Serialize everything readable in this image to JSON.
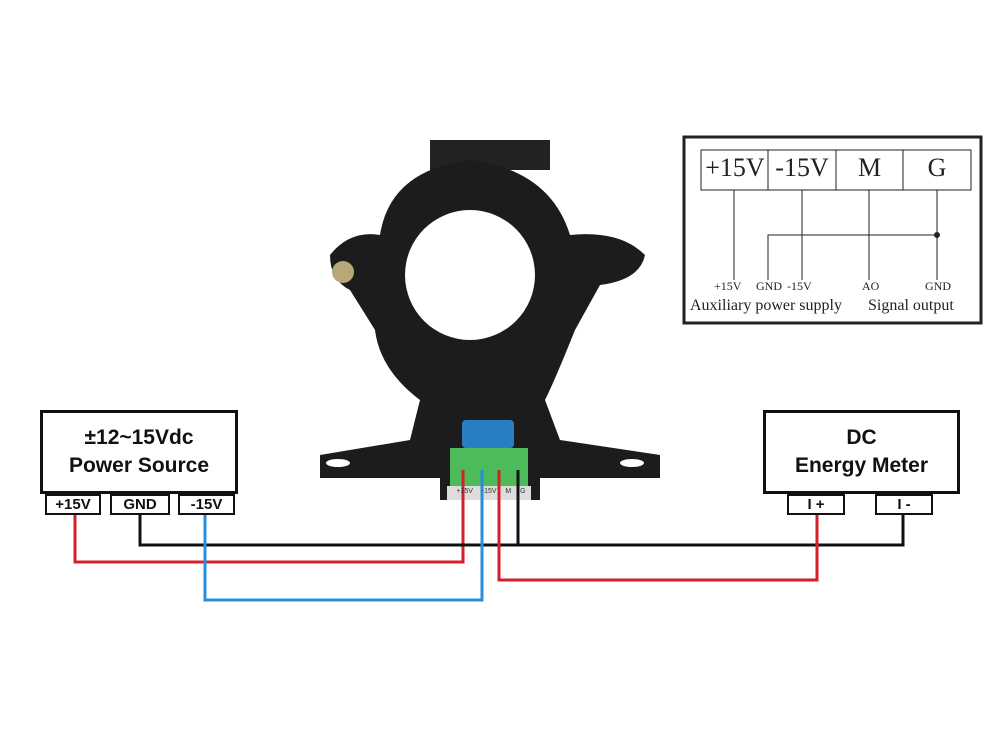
{
  "power_source": {
    "line1": "±12~15Vdc",
    "line2": "Power Source",
    "terminals": [
      "+15V",
      "GND",
      "-15V"
    ]
  },
  "energy_meter": {
    "line1": "DC",
    "line2": "Energy Meter",
    "terminals": [
      "I +",
      "I -"
    ]
  },
  "sensor": {
    "terminal_labels": [
      "+15V",
      "-15V",
      "M",
      "G"
    ]
  },
  "pinout": {
    "headers": [
      "+15V",
      "-15V",
      "M",
      "G"
    ],
    "pins": [
      "+15V",
      "GND",
      "-15V",
      "AO",
      "GND"
    ],
    "group_power": "Auxiliary power supply",
    "group_signal": "Signal output"
  },
  "colors": {
    "positive": "#d4202a",
    "negative": "#2a8fd8",
    "ground": "#111111",
    "connector": "#4dbb5a"
  }
}
